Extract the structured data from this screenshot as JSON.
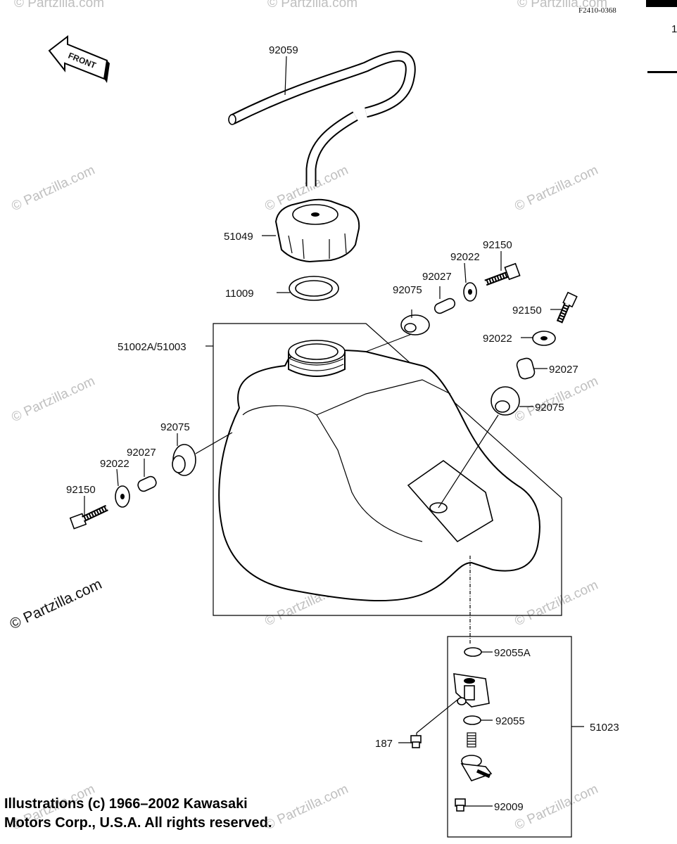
{
  "ref_code": "F2410-0368",
  "page_marker": "1",
  "front_label": "FRONT",
  "watermark": "© Partzilla.com",
  "copyright": {
    "line1": "Illustrations (c) 1966–2002 Kawasaki",
    "line2": "Motors Corp., U.S.A.  All rights reserved."
  },
  "parts": {
    "breather_hose": "92059",
    "fuel_cap": "51049",
    "cap_gasket": "11009",
    "fuel_tank": "51002A/51003",
    "grommet_top": "92075",
    "collar_top": "92027",
    "washer_top": "92022",
    "bolt_top": "92150",
    "bolt_right": "92150",
    "washer_right": "92022",
    "collar_right": "92027",
    "grommet_right": "92075",
    "grommet_left": "92075",
    "collar_left": "92027",
    "washer_left": "92022",
    "bolt_left": "92150",
    "o_ring_a": "92055A",
    "fuel_cock_assy": "51023",
    "screw_187": "187",
    "o_ring": "92055",
    "screw_92009": "92009"
  }
}
